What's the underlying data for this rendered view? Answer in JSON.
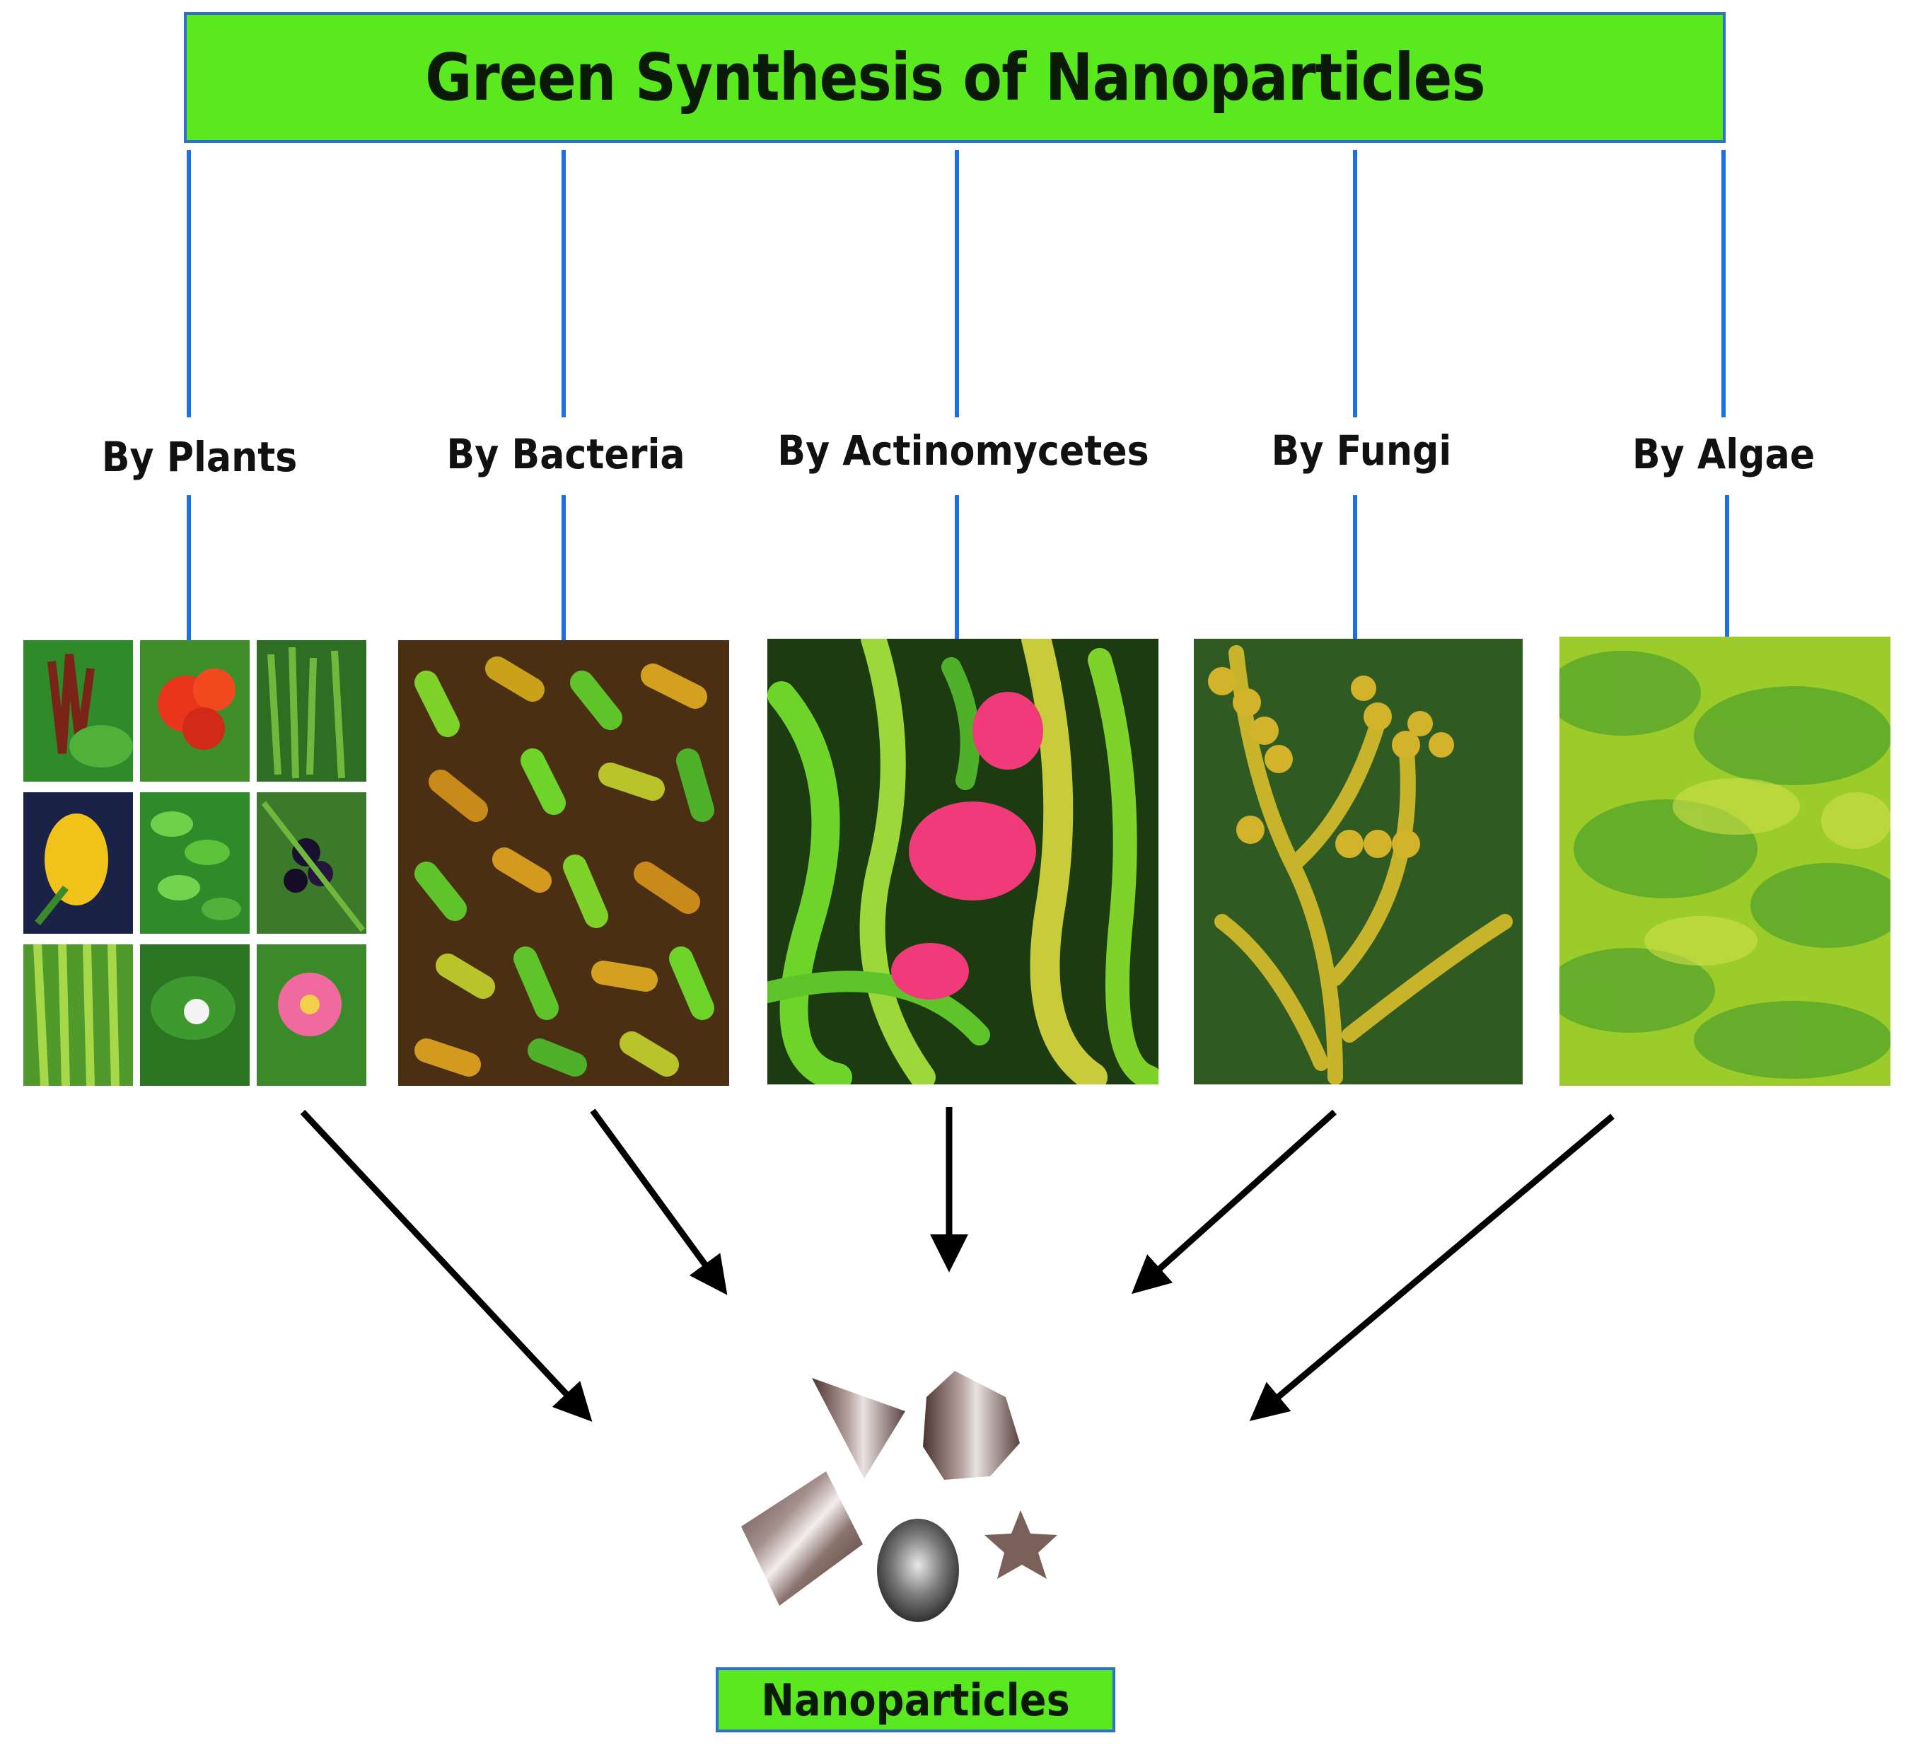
{
  "title": "Green Synthesis of Nanoparticles",
  "sources": [
    {
      "id": "plants",
      "label": "By Plants"
    },
    {
      "id": "bacteria",
      "label": "By Bacteria"
    },
    {
      "id": "actinomycetes",
      "label": "By Actinomycetes"
    },
    {
      "id": "fungi",
      "label": "By Fungi"
    },
    {
      "id": "algae",
      "label": "By Algae"
    }
  ],
  "result": {
    "label": "Nanoparticles"
  },
  "colors": {
    "header_fill": "#5ae81f",
    "header_border": "#2f6fd0",
    "connector": "#1f6fe0",
    "arrow": "#000000",
    "particle": "#7a5f5a"
  },
  "particle_shapes": [
    "triangle",
    "hexagon",
    "rectangle",
    "ellipse",
    "star"
  ]
}
